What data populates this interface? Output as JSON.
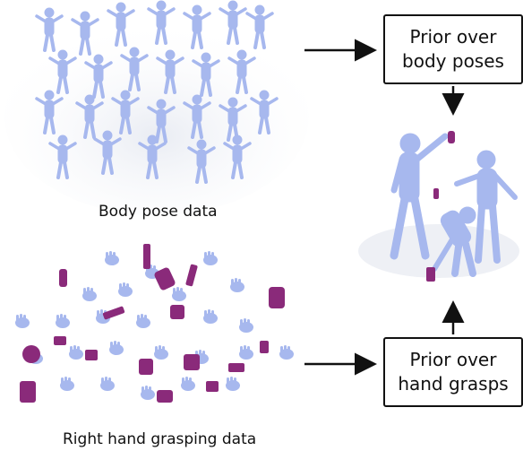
{
  "labels": {
    "body_pose_data": "Body pose data",
    "hand_grasp_data": "Right hand grasping data"
  },
  "boxes": {
    "body_prior": "Prior over\nbody poses",
    "hand_prior": "Prior over\nhand grasps"
  },
  "colors": {
    "body": "#a7b8ee",
    "body_shade": "#8fa2df",
    "object": "#8a2a7a",
    "arrow": "#111111"
  }
}
